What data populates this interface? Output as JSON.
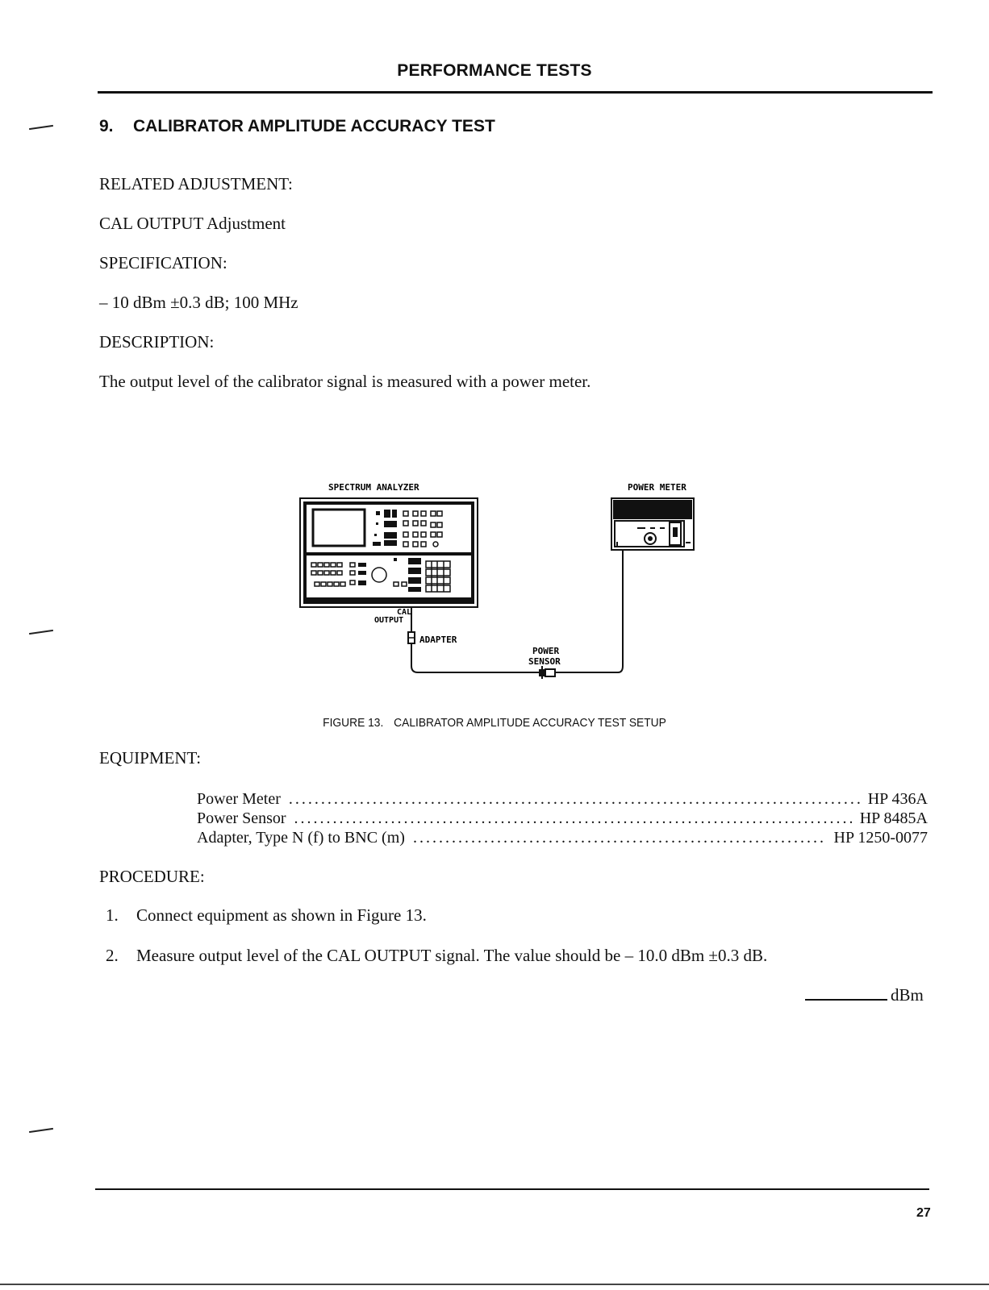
{
  "header": {
    "title": "PERFORMANCE TESTS"
  },
  "section": {
    "number": "9.",
    "title": "CALIBRATOR AMPLITUDE ACCURACY TEST"
  },
  "related_adjustment": {
    "label": "RELATED ADJUSTMENT:",
    "value": "CAL OUTPUT Adjustment"
  },
  "specification": {
    "label": "SPECIFICATION:",
    "value": "– 10 dBm ±0.3 dB; 100 MHz"
  },
  "description": {
    "label": "DESCRIPTION:",
    "value": "The output level of the calibrator signal is measured with a power meter."
  },
  "figure": {
    "labels": {
      "spectrum_analyzer": "SPECTRUM ANALYZER",
      "power_meter": "POWER METER",
      "cal": "CAL",
      "output": "OUTPUT",
      "adapter": "ADAPTER",
      "power": "POWER",
      "sensor": "SENSOR"
    },
    "caption_number": "FIGURE 13.",
    "caption_text": "CALIBRATOR AMPLITUDE ACCURACY TEST SETUP"
  },
  "equipment": {
    "label": "EQUIPMENT:",
    "items": [
      {
        "name": "Power Meter",
        "part": "HP 436A"
      },
      {
        "name": "Power Sensor",
        "part": "HP 8485A"
      },
      {
        "name": "Adapter, Type N (f) to BNC (m)",
        "part": "HP 1250-0077"
      }
    ]
  },
  "procedure": {
    "label": "PROCEDURE:",
    "steps": [
      {
        "n": "1.",
        "text": "Connect equipment as shown in Figure 13."
      },
      {
        "n": "2.",
        "text": "Measure output level of the CAL OUTPUT signal. The value should be – 10.0 dBm ±0.3 dB."
      }
    ],
    "result_unit": "dBm"
  },
  "page_number": "27"
}
